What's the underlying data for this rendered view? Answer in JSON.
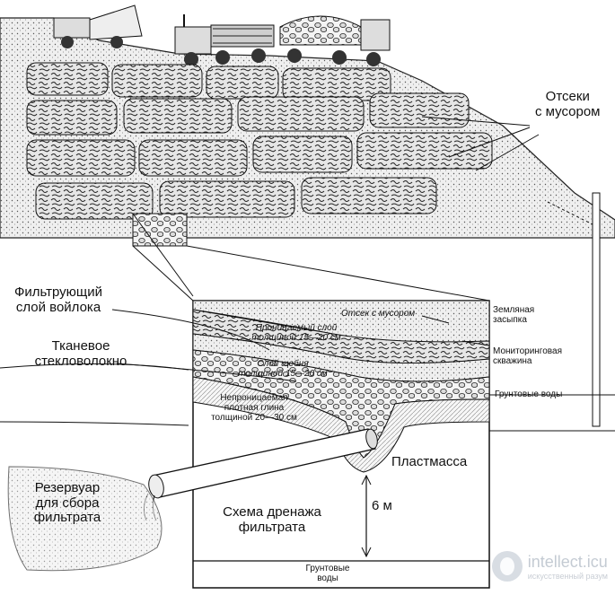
{
  "labels": {
    "compartments": "Отсеки\nс мусором",
    "filter_felt": "Фильтрующий\nслой войлока",
    "fiberglass": "Тканевое\nстекловолокно",
    "reservoir": "Резервуар\nдля сбора\nфильтрата",
    "waste_cell": "Отсек с мусором",
    "earth_cover": "Земляная\nзасыпка",
    "permeable_layer": "Проницаемый слой\nтолщиной 15—20 см",
    "monitoring_well": "Мониторинговая\nскважина",
    "gravel_layer": "Слой щебня\nтолщиной 15—20 см",
    "groundwater_right": "Грунтовые воды",
    "clay_layer": "Непроницаемая\nплотная глина\nтолщиной 20—30 см",
    "plastic": "Пластмасса",
    "depth": "6 м",
    "drainage_scheme": "Схема дренажа\nфильтрата",
    "groundwater_bottom": "Грунтовые\nводы"
  },
  "watermark": {
    "main": "intellect.icu",
    "sub": "искусственный разум"
  },
  "colors": {
    "ink": "#111111",
    "hill": "#e9e9e9",
    "trash": "#cfcfcf",
    "water": "#f2f2f2"
  }
}
